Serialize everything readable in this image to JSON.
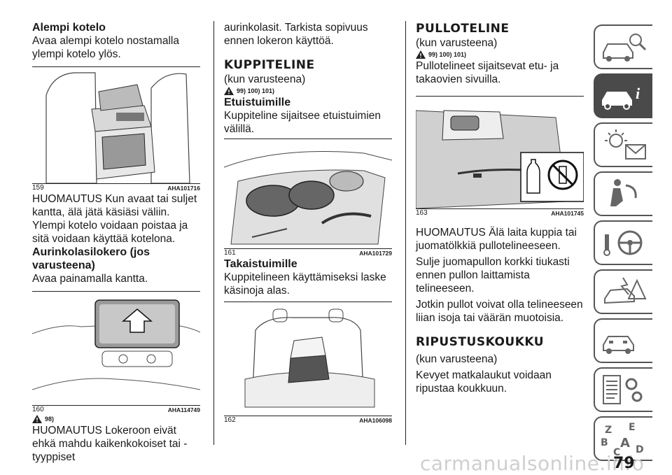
{
  "col1": {
    "h1": "Alempi kotelo",
    "p1": "Avaa alempi kotelo nostamalla ylempi kotelo ylös.",
    "fig159": {
      "num": "159",
      "code": "AHA101716"
    },
    "p2": "HUOMAUTUS Kun avaat tai suljet kantta, älä jätä käsiäsi väliin. Ylempi kotelo voidaan poistaa ja sitä voidaan käyttää kotelona.",
    "h2": "Aurinkolasilokero (jos varusteena)",
    "p3": "Avaa painamalla kantta.",
    "fig160": {
      "num": "160",
      "code": "AHA114749"
    },
    "warn": "98)",
    "p4": "HUOMAUTUS Lokeroon eivät ehkä mahdu kaikenkokoiset tai -tyyppiset"
  },
  "col2": {
    "p1": "aurinkolasit. Tarkista sopivuus ennen lokeron käyttöä.",
    "h1": "KUPPITELINE",
    "sub": "(kun varusteena)",
    "warn": "99) 100) 101)",
    "h2": "Etuistuimille",
    "p2": "Kuppiteline sijaitsee etuistuimien välillä.",
    "fig161": {
      "num": "161",
      "code": "AHA101729"
    },
    "h3": "Takaistuimille",
    "p3": "Kuppitelineen käyttämiseksi laske käsinoja alas.",
    "fig162": {
      "num": "162",
      "code": "AHA106098"
    }
  },
  "col3": {
    "h1": "PULLOTELINE",
    "sub": "(kun varusteena)",
    "warn": "99) 100) 101)",
    "p1": "Pullotelineet sijaitsevat etu- ja takaovien sivuilla.",
    "fig163": {
      "num": "163",
      "code": "AHA101745"
    },
    "p2": "HUOMAUTUS Älä laita kuppia tai juomatölkkiä pullotelineeseen.",
    "p3": "Sulje juomapullon korkki tiukasti ennen pullon laittamista telineeseen.",
    "p4": "Jotkin pullot voivat olla telineeseen liian isoja tai väärän muotoisia.",
    "h2": "RIPUSTUSKOUKKU",
    "sub2": "(kun varusteena)",
    "p5": "Kevyet matkalaukut voidaan ripustaa koukkuun."
  },
  "page_number": "79",
  "watermark": "carmanualsonline.info",
  "sidebar_icons": [
    "car-search-icon",
    "car-info-icon",
    "warning-light-icon",
    "airbag-seat-icon",
    "steering-wheel-key-icon",
    "car-crash-icon",
    "car-service-icon",
    "spec-list-gear-icon",
    "alphabet-index-icon"
  ]
}
